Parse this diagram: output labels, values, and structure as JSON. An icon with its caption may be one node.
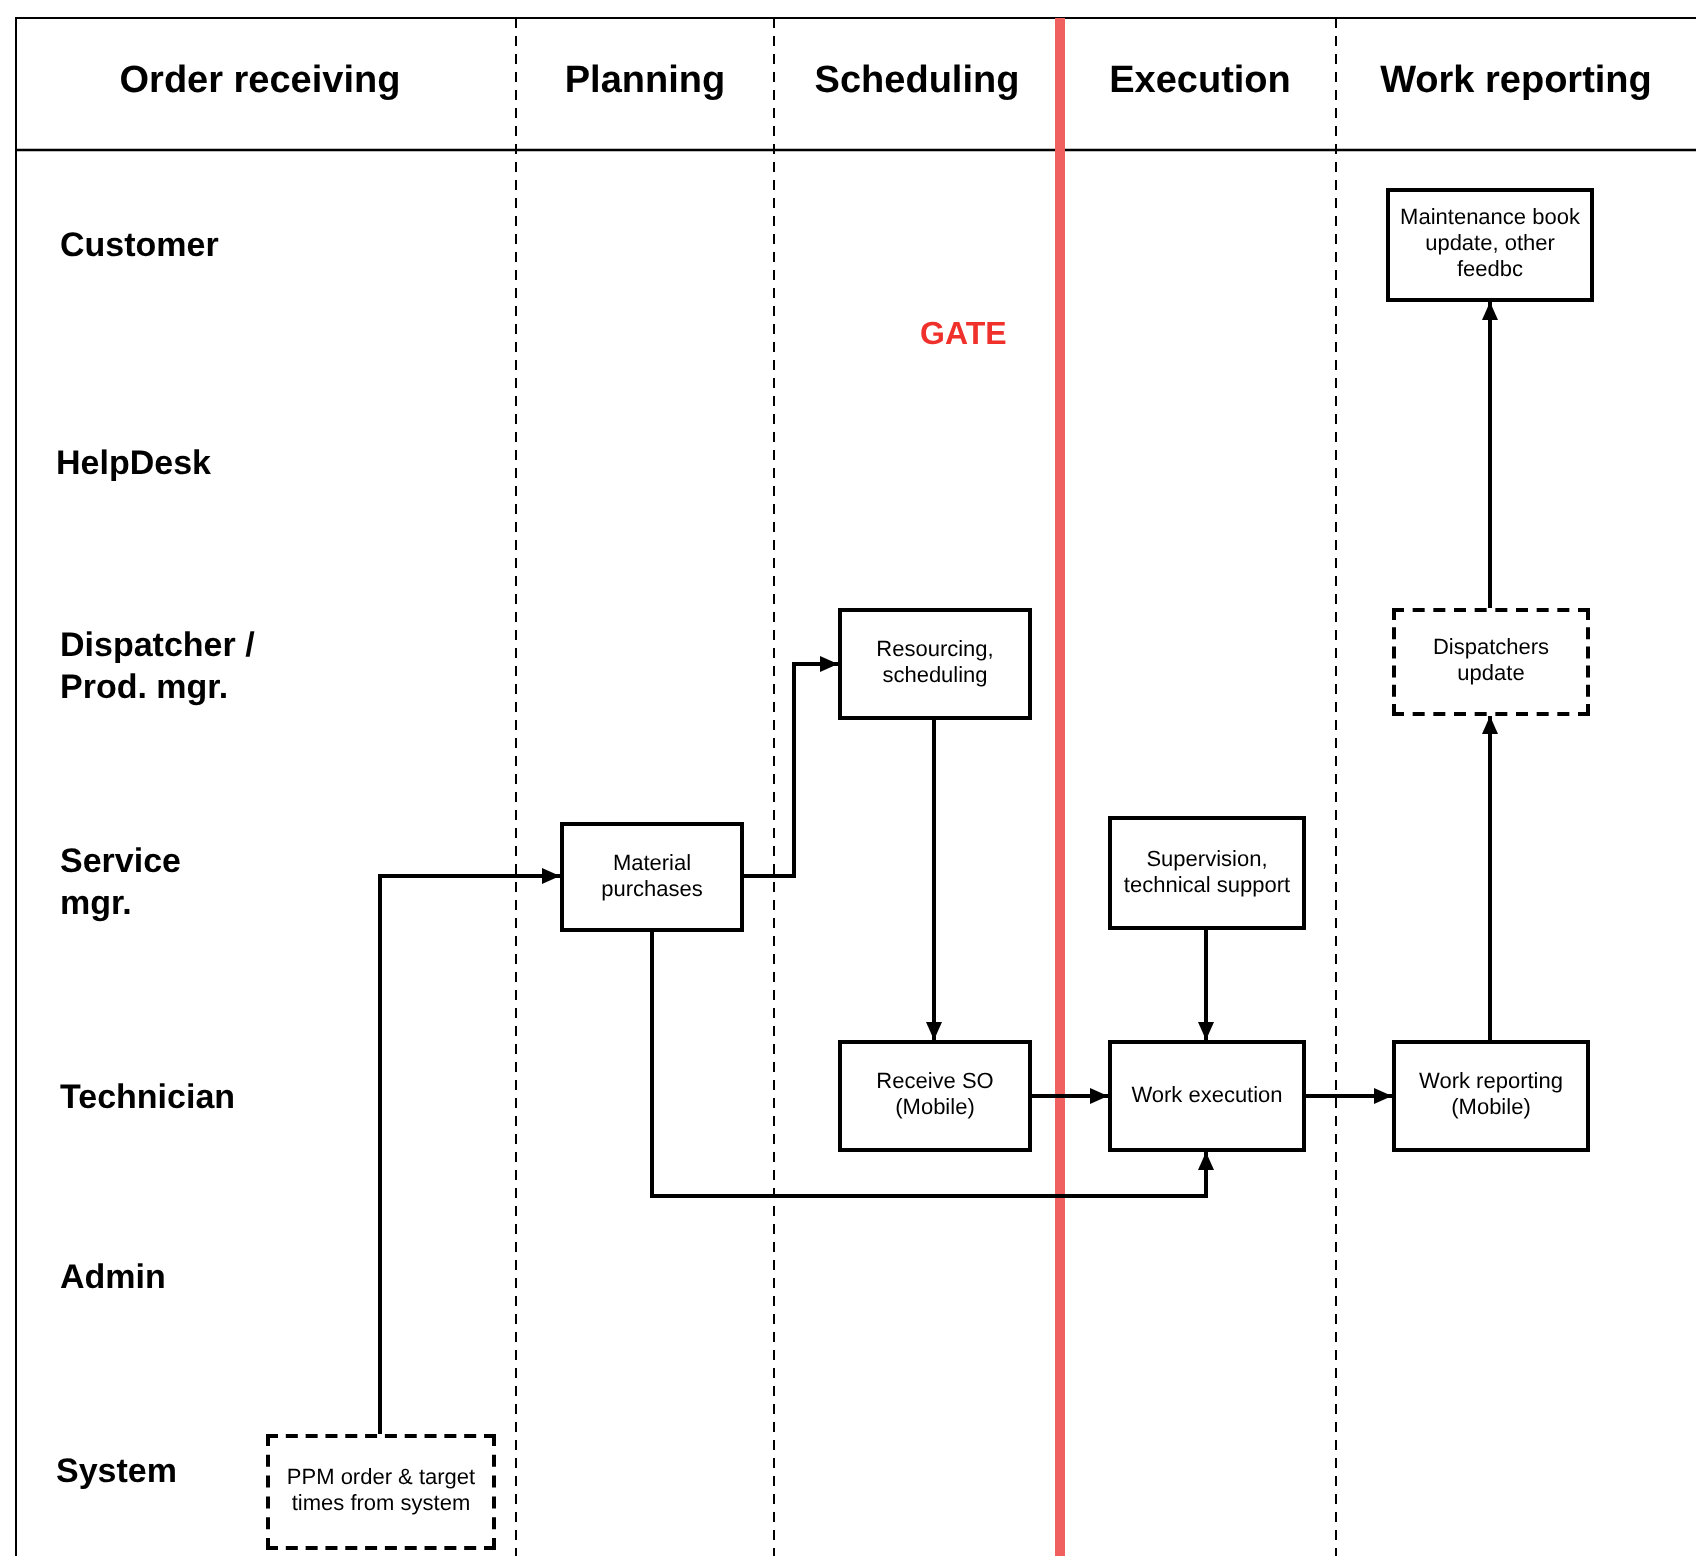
{
  "diagram": {
    "nodes": [
      {
        "text": [
          "PPM order & target times from system"
        ]
      },
      {
        "text": [
          "Material purchases"
        ]
      },
      {
        "text": [
          "Resourcing, scheduling"
        ]
      },
      {
        "text": [
          "Receive SO (Mobile)"
        ]
      },
      {
        "text": [
          "Supervision, technical support"
        ]
      },
      {
        "text": [
          "Work execution"
        ]
      },
      {
        "text": [
          "Work reporting (Mobile)"
        ]
      },
      {
        "text": [
          "Dispatchers update"
        ]
      },
      {
        "text": [
          "Maintenance book update, other feedbc"
        ]
      }
    ],
    "edges": [
      {
        "from": 0,
        "to": 1,
        "arrow": "to"
      },
      {
        "from": 1,
        "to": 2,
        "arrow": "to"
      },
      {
        "from": 2,
        "to": 3,
        "arrow": "to"
      },
      {
        "from": 1,
        "to": 5,
        "arrow": "to"
      },
      {
        "from": 3,
        "to": 5,
        "arrow": "to"
      },
      {
        "from": 4,
        "to": 5,
        "arrow": "to"
      },
      {
        "from": 5,
        "to": 6,
        "arrow": "to"
      },
      {
        "from": 6,
        "to": 7,
        "arrow": "to"
      },
      {
        "from": 7,
        "to": 8,
        "arrow": "to"
      }
    ],
    "labels": [
      "Order receiving",
      "Planning",
      "Scheduling",
      "Execution",
      "Work reporting",
      "Customer",
      "GATE",
      "HelpDesk",
      "Dispatcher / Prod. mgr.",
      "Service mgr.",
      "Technician",
      "Admin",
      "System"
    ]
  }
}
